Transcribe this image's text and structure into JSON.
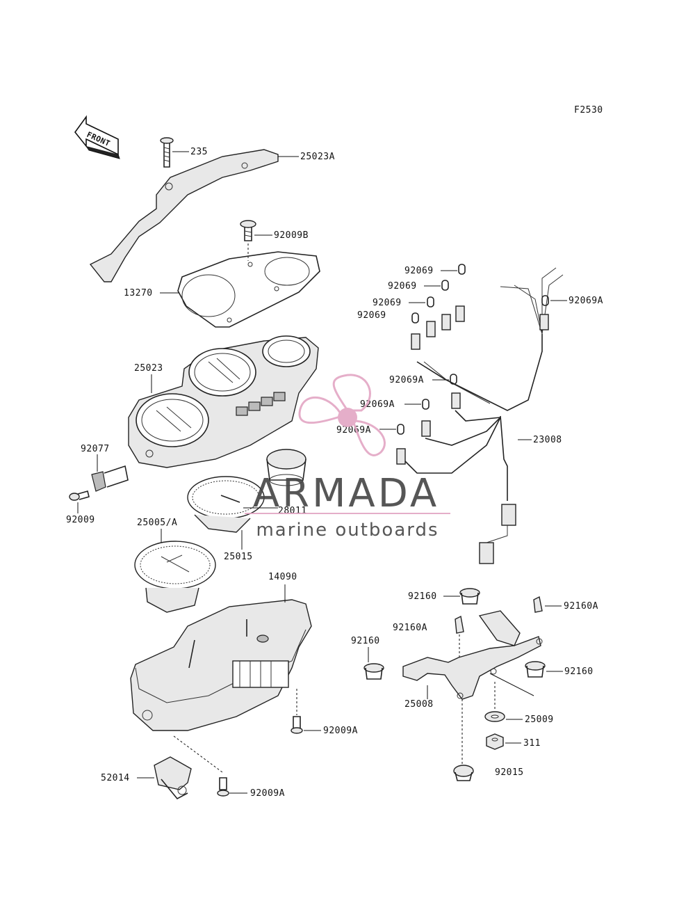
{
  "figure_code": "F2530",
  "front_label": "FRONT",
  "parts": {
    "p235": "235",
    "p25023A": "25023A",
    "p92009B": "92009B",
    "p13270": "13270",
    "p25023": "25023",
    "p92077": "92077",
    "p92009": "92009",
    "p25005A": "25005/A",
    "p28011": "28011",
    "p25015": "25015",
    "p14090": "14090",
    "p92009A_1": "92009A",
    "p52014": "52014",
    "p92009A_2": "92009A",
    "p92069_1": "92069",
    "p92069_2": "92069",
    "p92069_3": "92069",
    "p92069_4": "92069",
    "p92069A_1": "92069A",
    "p92069A_2": "92069A",
    "p92069A_3": "92069A",
    "p92069A_4": "92069A",
    "p23008": "23008",
    "p92160_1": "92160",
    "p92160A_1": "92160A",
    "p92160A_2": "92160A",
    "p92160_2": "92160",
    "p92160_3": "92160",
    "p25008": "25008",
    "p25009": "25009",
    "p311": "311",
    "p92015": "92015"
  },
  "watermark": {
    "brand": "ARMADA",
    "tagline": "marine outboards",
    "logo_color": "#e3a6c4",
    "text_color": "#444444"
  }
}
